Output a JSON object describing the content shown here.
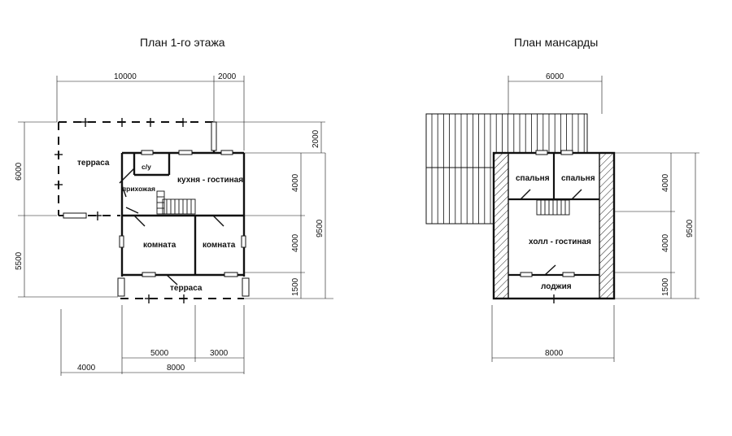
{
  "titles": {
    "plan1": "План 1-го этажа",
    "plan2": "План мансарды"
  },
  "plan1": {
    "rooms": {
      "terrace_top": "терраса",
      "wc": "с/у",
      "hall": "прихожая",
      "kitchen": "кухня - гостиная",
      "room_left": "комната",
      "room_right": "комната",
      "terrace_bottom": "терраса"
    },
    "dims": {
      "top_10000": "10000",
      "top_2000": "2000",
      "left_6000": "6000",
      "left_5500": "5500",
      "right_2000": "2000",
      "right_4000_a": "4000",
      "right_4000_b": "4000",
      "right_1500": "1500",
      "right_9500": "9500",
      "bottom_5000": "5000",
      "bottom_3000": "3000",
      "bottom_4000": "4000",
      "bottom_8000": "8000"
    }
  },
  "plan2": {
    "rooms": {
      "bed_left": "спальня",
      "bed_right": "спальня",
      "hall_living": "холл - гостиная",
      "loggia": "лоджия"
    },
    "dims": {
      "top_6000": "6000",
      "right_4000_a": "4000",
      "right_4000_b": "4000",
      "right_1500": "1500",
      "right_9500": "9500",
      "bottom_8000": "8000"
    }
  }
}
